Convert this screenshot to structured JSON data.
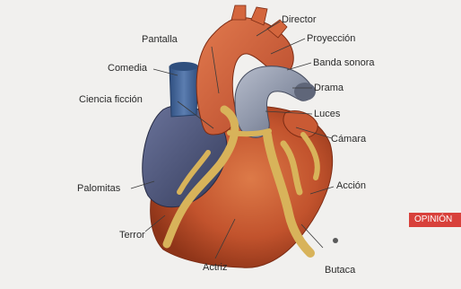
{
  "diagram": {
    "labels": [
      {
        "id": "director",
        "text": "Director"
      },
      {
        "id": "pantalla",
        "text": "Pantalla"
      },
      {
        "id": "proyeccion",
        "text": "Proyección"
      },
      {
        "id": "comedia",
        "text": "Comedia"
      },
      {
        "id": "banda-sonora",
        "text": "Banda sonora"
      },
      {
        "id": "drama",
        "text": "Drama"
      },
      {
        "id": "ciencia-ficcion",
        "text": "Ciencia ficción"
      },
      {
        "id": "luces",
        "text": "Luces"
      },
      {
        "id": "camara",
        "text": "Cámara"
      },
      {
        "id": "accion",
        "text": "Acción"
      },
      {
        "id": "palomitas",
        "text": "Palomitas"
      },
      {
        "id": "terror",
        "text": "Terror"
      },
      {
        "id": "actriz",
        "text": "Actriz"
      },
      {
        "id": "butaca",
        "text": "Butaca"
      }
    ]
  },
  "badge": {
    "text": "OPINIÓN",
    "color": "#d8413b"
  },
  "colors": {
    "background": "#f1f0ee",
    "heart_muscle": "#c2532d",
    "vein_blue": "#4f6fa0",
    "artery_gray": "#8d95a8",
    "atrium_dark": "#4a5478",
    "fat": "#d8b35a"
  }
}
